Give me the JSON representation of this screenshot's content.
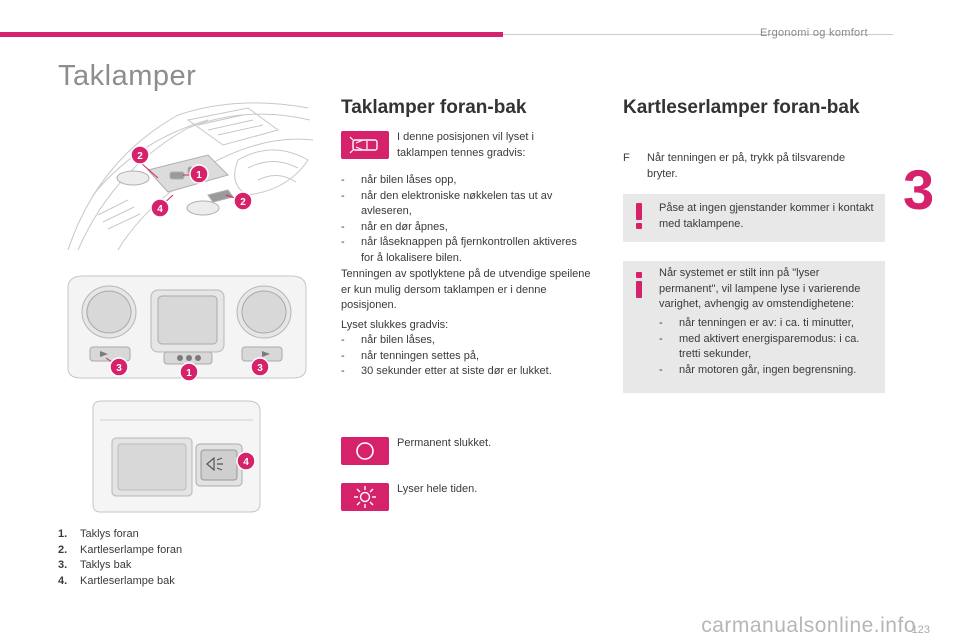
{
  "header": {
    "section": "Ergonomi og komfort"
  },
  "chapter": {
    "number": "3"
  },
  "page": {
    "title": "Taklamper",
    "number": "123"
  },
  "colors": {
    "accent": "#d6216b",
    "note_bg": "#e8e8e8",
    "title_grey": "#8d8d8d"
  },
  "front_rear": {
    "heading": "Taklamper foran-bak",
    "door_mode": {
      "icon": "door-lamp-icon",
      "text": "I denne posisjonen vil lyset i taklampen tennes gradvis:"
    },
    "on_list": [
      "når bilen låses opp,",
      "når den elektroniske nøkkelen tas ut av avleseren,",
      "når en dør åpnes,",
      "når låseknappen på fjernkontrollen aktiveres for å lokalisere bilen."
    ],
    "para1": "Tenningen av spotlyktene på de utvendige speilene er kun mulig dersom taklampen er i denne posisjonen.",
    "off_intro": "Lyset slukkes gradvis:",
    "off_list": [
      "når bilen låses,",
      "når tenningen settes på,",
      "30 sekunder etter at siste dør er lukket."
    ],
    "dash": "-",
    "off_mode": {
      "icon": "lamp-off-icon",
      "text": "Permanent slukket."
    },
    "on_mode": {
      "icon": "lamp-on-icon",
      "text": "Lyser hele tiden."
    }
  },
  "map_lamps": {
    "heading": "Kartleserlamper foran-bak",
    "step_marker": "F",
    "step": "Når tenningen er på, trykk på tilsvarende bryter.",
    "warning": {
      "icon": "exclamation-icon",
      "text": "Påse at ingen gjenstander kommer i kontakt med taklampene."
    },
    "info": {
      "icon": "info-icon",
      "intro": "Når systemet er stilt inn på \"lyser permanent\", vil lampene lyse i varierende varighet, avhengig av omstendighetene:",
      "items": [
        "når tenningen er av: i ca. ti minutter,",
        "med aktivert energisparemodus: i ca. tretti sekunder,",
        "når motoren går, ingen begrensning."
      ]
    }
  },
  "legend": [
    {
      "num": "1.",
      "label": "Taklys foran"
    },
    {
      "num": "2.",
      "label": "Kartleserlampe foran"
    },
    {
      "num": "3.",
      "label": "Taklys bak"
    },
    {
      "num": "4.",
      "label": "Kartleserlampe bak"
    }
  ],
  "callouts": {
    "c1": "1",
    "c2": "2",
    "c3": "3",
    "c4": "4"
  },
  "watermark": "carmanualsonline.info"
}
